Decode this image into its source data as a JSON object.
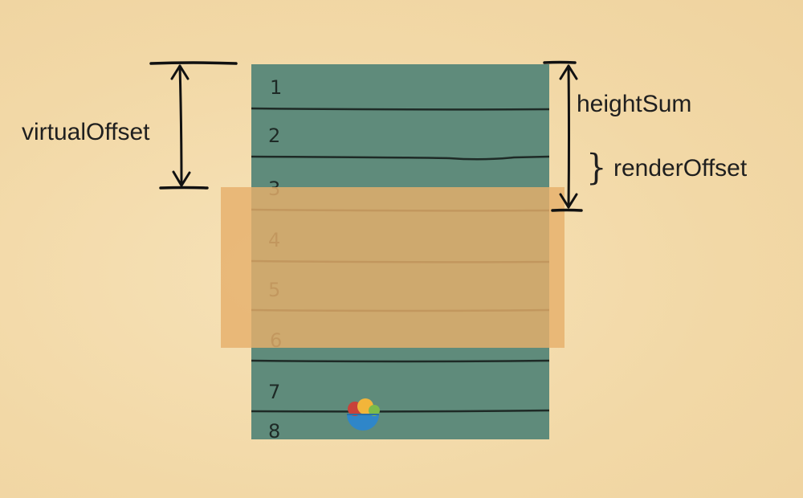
{
  "labels": {
    "virtual_offset": "virtualOffset",
    "height_sum": "heightSum",
    "render_offset": "renderOffset"
  },
  "list_rows": [
    "1",
    "2",
    "3",
    "4",
    "5",
    "6",
    "7",
    "8"
  ],
  "colors": {
    "background": "#f2d9a8",
    "list": "#5f8b7b",
    "viewport_overlay": "#e7b06b",
    "ink": "#1f1f1f"
  },
  "icons": {
    "logo": "fruit-bowl-logo-icon"
  }
}
